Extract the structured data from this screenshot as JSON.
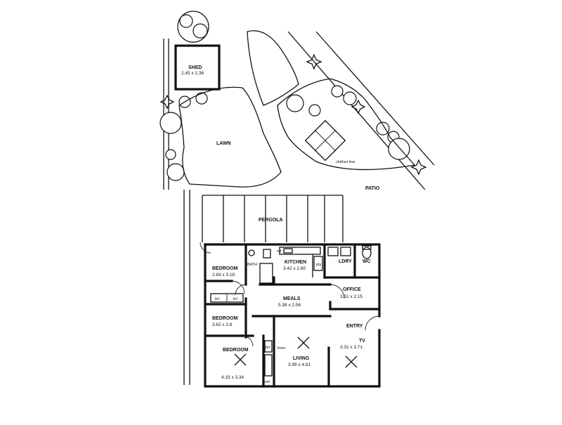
{
  "plan": {
    "outdoor": {
      "shed": {
        "name": "SHED",
        "dims": "2.45 x 2.36"
      },
      "lawn": "LAWN",
      "clothes_line": "clothes line",
      "patio": "PATIO",
      "pergola": "PERGOLA"
    },
    "rooms": {
      "bedroom1": {
        "name": "BEDROOM",
        "dims": "2.83 x 3.18"
      },
      "bedroom2": {
        "name": "BEDROOM",
        "dims": "3.62 x 2.6"
      },
      "bedroom3": {
        "name": "BEDROOM",
        "dims": "4.33 x 3.34"
      },
      "kitchen": {
        "name": "KITCHEN",
        "dims": "3.42 x 2.60"
      },
      "meals": {
        "name": "MEALS",
        "dims": "5.38 x 2.56"
      },
      "ldry": {
        "name": "LDRY"
      },
      "wc": {
        "name": "WC"
      },
      "office": {
        "name": "OFFICE",
        "dims": "3.51 x 2.15"
      },
      "entry": {
        "name": "ENTRY"
      },
      "tv": {
        "name": "TV",
        "dims": "3.31 x 3.71"
      },
      "living": {
        "name": "LIVING",
        "dims": "3.99 x 4.81"
      },
      "bath": {
        "name": "BATH"
      }
    },
    "fixtures": {
      "bir1": "b/r",
      "bir2": "b/r",
      "bir3": "b/r",
      "linen": "linen",
      "wir": "w/r",
      "ref": "ref",
      "pantry": "pty"
    }
  }
}
